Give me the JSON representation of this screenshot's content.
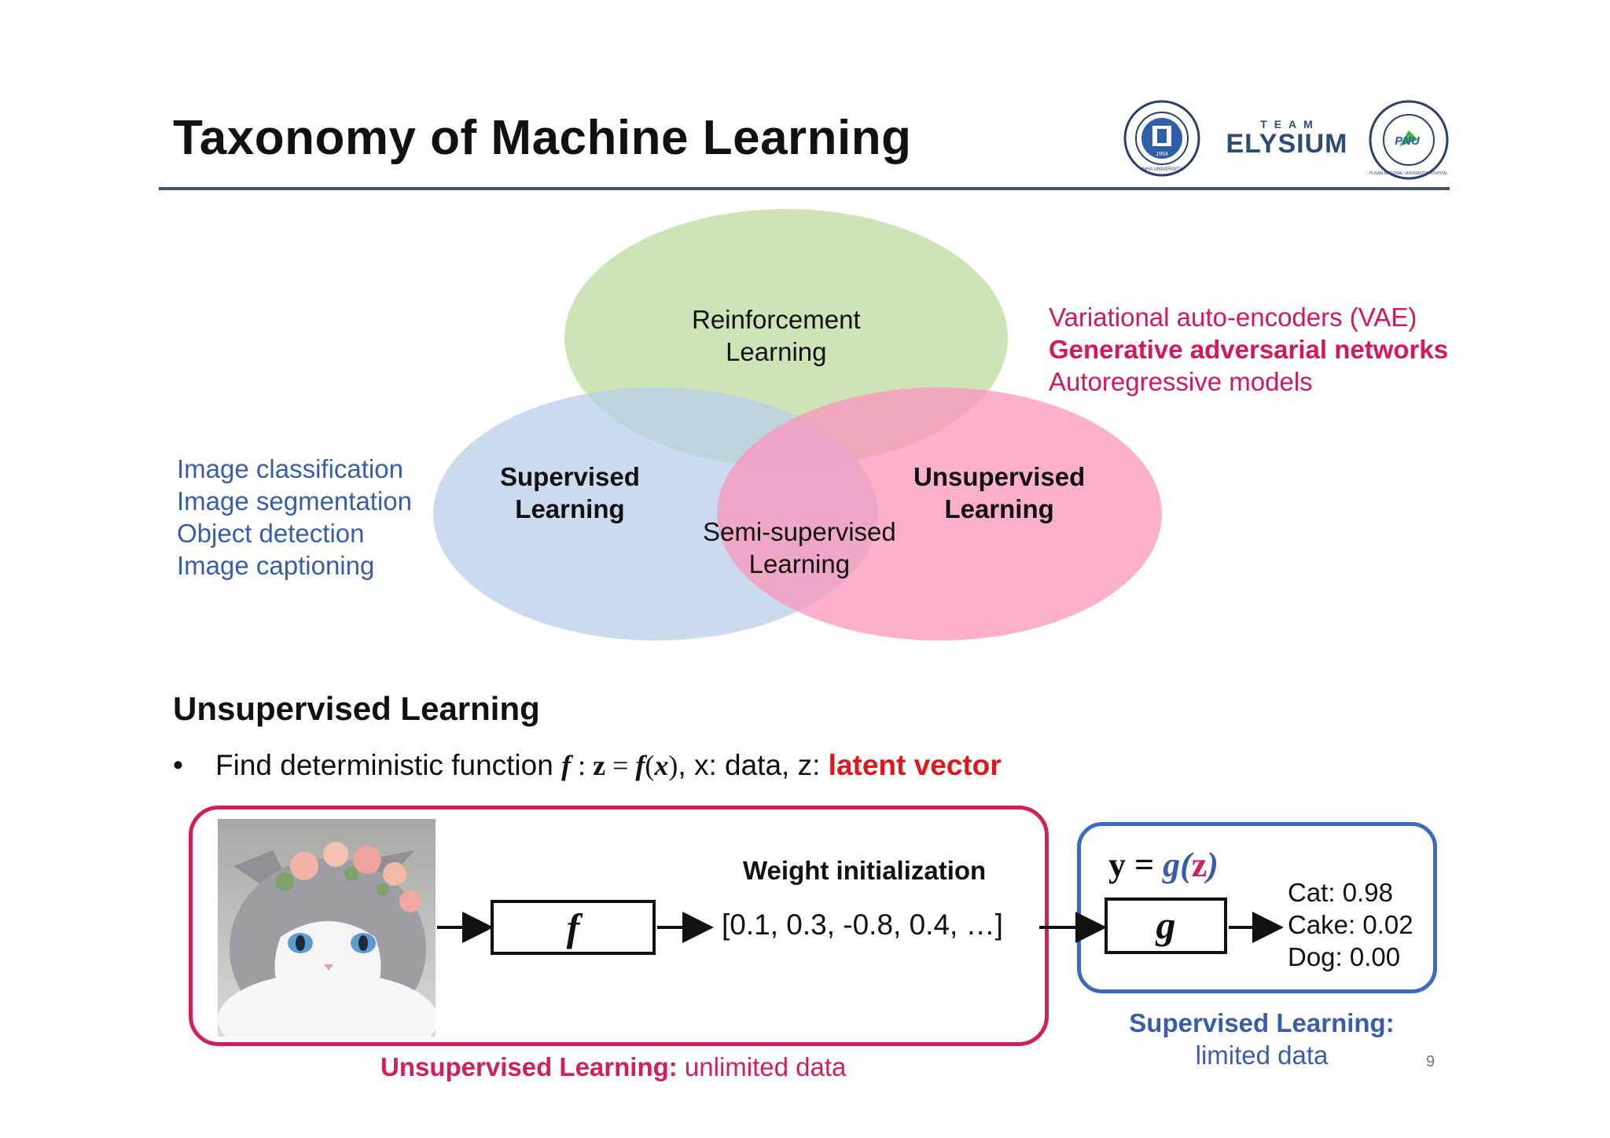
{
  "header": {
    "title": "Taxonomy of Machine Learning",
    "logos": {
      "team_label": "TEAM",
      "team_name": "ELYSIUM",
      "inha_seal_year": "1954",
      "inha_seal_text": "INHA UNIVERSITY",
      "pnu_seal_text": "PUSAN NATIONAL UNIVERSITY HOSPITAL",
      "pnu_seal_abbr": "PNU"
    }
  },
  "venn": {
    "reinforcement": [
      "Reinforcement",
      "Learning"
    ],
    "supervised": [
      "Supervised",
      "Learning"
    ],
    "unsupervised": [
      "Unsupervised",
      "Learning"
    ],
    "semi_supervised": [
      "Semi-supervised",
      "Learning"
    ],
    "colors": {
      "reinforcement": "#c6dfa9",
      "supervised": "#b8cfe9",
      "unsupervised": "#fb96bb"
    }
  },
  "supervised_tasks": [
    "Image classification",
    "Image segmentation",
    "Object detection",
    "Image captioning"
  ],
  "generative_models": {
    "vae": "Variational auto-encoders (VAE)",
    "gan": "Generative adversarial networks",
    "autoregressive": "Autoregressive models"
  },
  "section": {
    "title": "Unsupervised Learning",
    "bullet": {
      "marker": "•",
      "prefix": "Find deterministic function ",
      "func": "f",
      "colon": " : ",
      "z": "z",
      "equals": " = ",
      "fx_f": "f",
      "fx_open": "(",
      "fx_x": "x",
      "fx_close": ")",
      "suffix": ", x: data, z: ",
      "latent": "latent vector"
    }
  },
  "pipeline": {
    "weight_init_label": "Weight initialization",
    "f_label": "f",
    "vector": "[0.1, 0.3, -0.8, 0.4, …]",
    "g_label": "g",
    "y_equation": {
      "y": "y",
      "eq": " = ",
      "g": "g",
      "open": "(",
      "z": "z",
      "close": ")"
    },
    "predictions": [
      "Cat:  0.98",
      "Cake: 0.02",
      "Dog: 0.00"
    ]
  },
  "captions": {
    "unsupervised_bold": "Unsupervised Learning:",
    "unsupervised_rest": " unlimited data",
    "supervised_bold": "Supervised Learning:",
    "supervised_rest": "limited data"
  },
  "page_number": "9"
}
